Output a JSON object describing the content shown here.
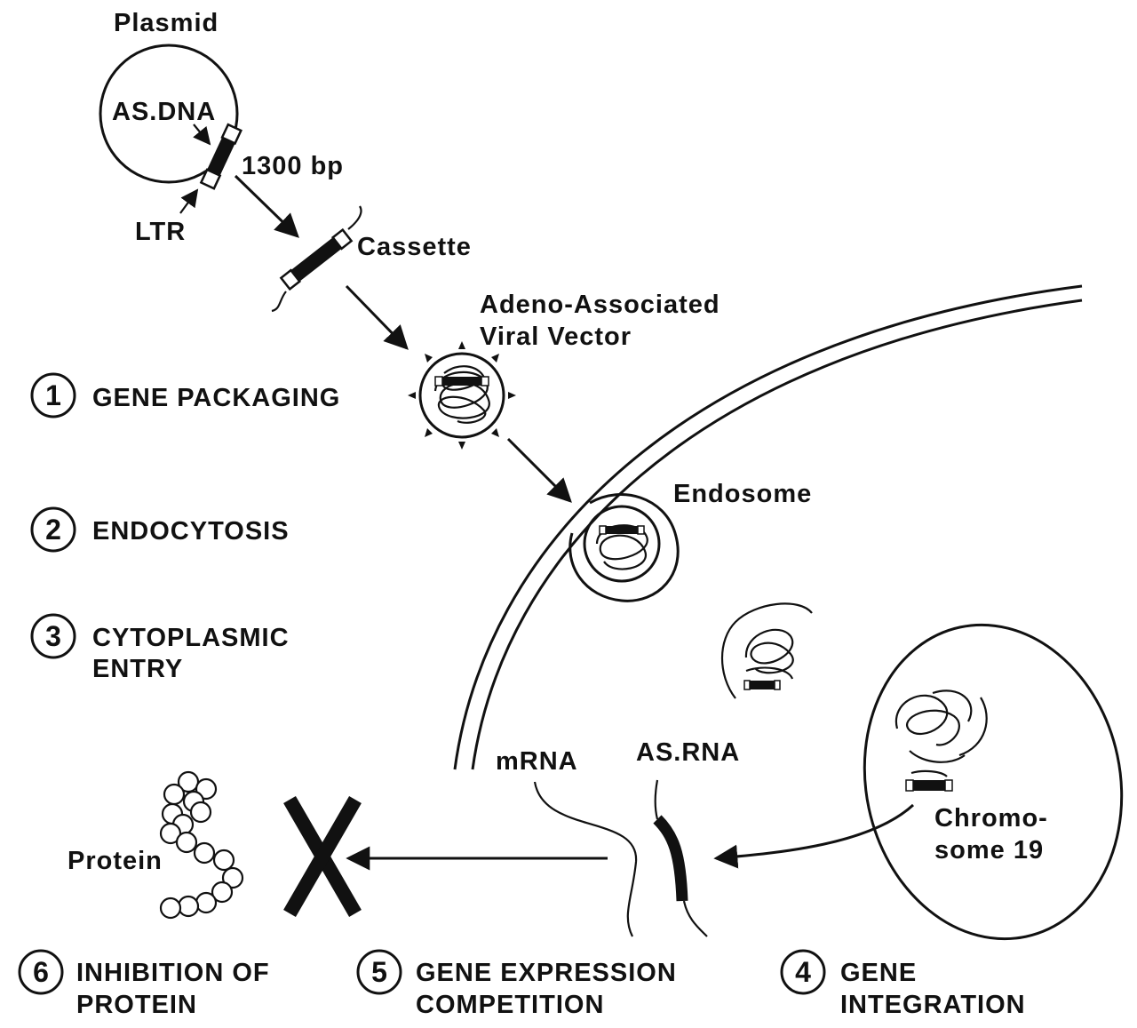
{
  "labels": {
    "plasmid": "Plasmid",
    "as_dna": "AS.DNA",
    "bp": "1300 bp",
    "ltr": "LTR",
    "cassette": "Cassette",
    "vector_line1": "Adeno-Associated",
    "vector_line2": "Viral Vector",
    "endosome": "Endosome",
    "mrna": "mRNA",
    "as_rna": "AS.RNA",
    "chromosome_line1": "Chromo-",
    "chromosome_line2": "some 19",
    "protein": "Protein"
  },
  "steps": [
    {
      "number": "1",
      "line1": "GENE PACKAGING",
      "line2": ""
    },
    {
      "number": "2",
      "line1": "ENDOCYTOSIS",
      "line2": ""
    },
    {
      "number": "3",
      "line1": "CYTOPLASMIC",
      "line2": "ENTRY"
    },
    {
      "number": "4",
      "line1": "GENE",
      "line2": "INTEGRATION"
    },
    {
      "number": "5",
      "line1": "GENE EXPRESSION",
      "line2": "COMPETITION"
    },
    {
      "number": "6",
      "line1": "INHIBITION OF",
      "line2": "PROTEIN"
    }
  ],
  "colors": {
    "ink": "#111111",
    "background": "#ffffff"
  }
}
